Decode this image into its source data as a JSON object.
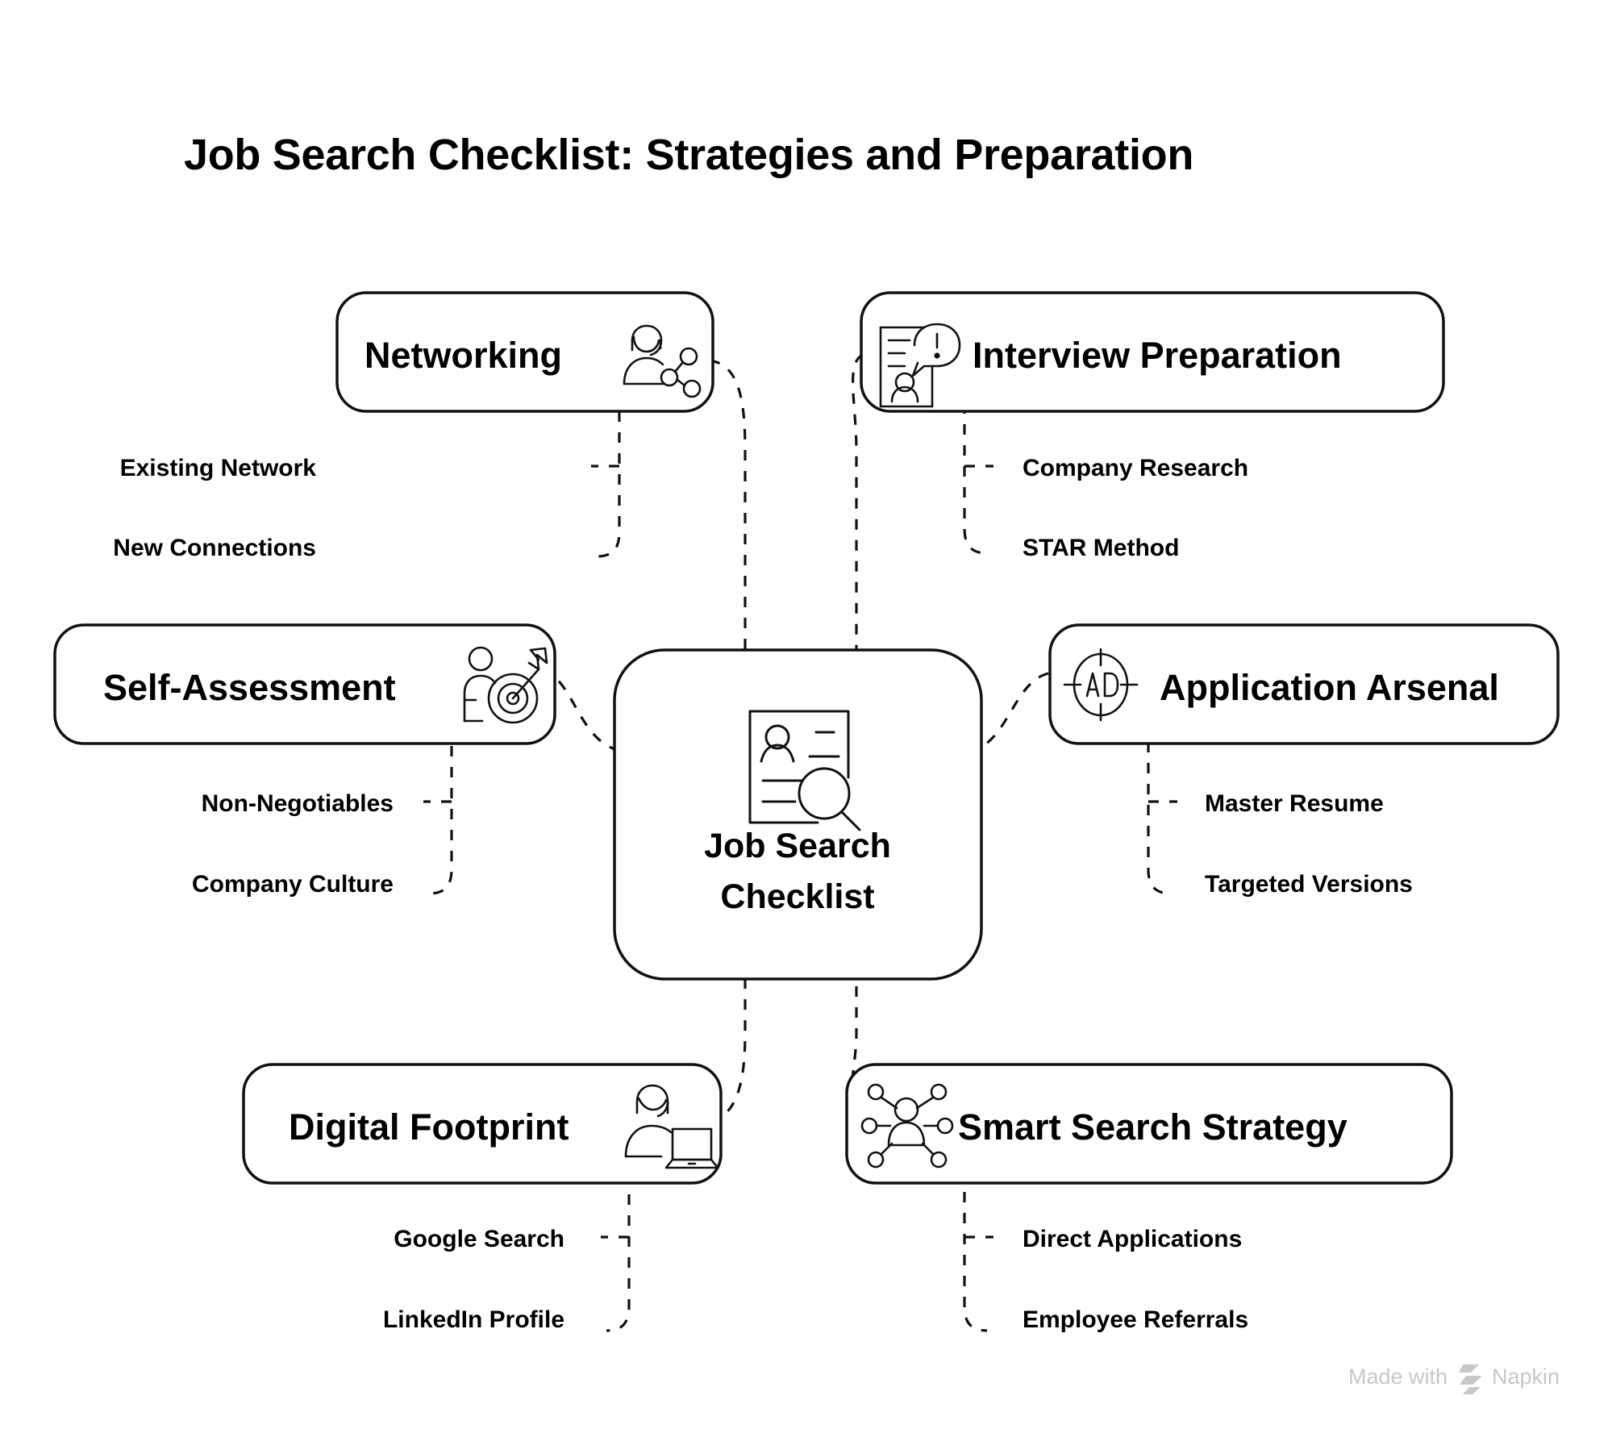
{
  "diagram": {
    "title": "Job Search Checklist: Strategies and Preparation",
    "background_color": "#ffffff",
    "line_color": "#111111",
    "center": {
      "label_line1": "Job Search",
      "label_line2": "Checklist",
      "icon": "resume-search-icon"
    },
    "branches": [
      {
        "id": "networking",
        "label": "Networking",
        "icon": "person-network-icon",
        "icon_side": "right",
        "items": [
          "Existing Network",
          "New Connections"
        ]
      },
      {
        "id": "interview-preparation",
        "label": "Interview Preparation",
        "icon": "interview-speech-bubble-icon",
        "icon_side": "left",
        "items": [
          "Company Research",
          "STAR Method"
        ]
      },
      {
        "id": "self-assessment",
        "label": "Self-Assessment",
        "icon": "person-target-icon",
        "icon_side": "right",
        "items": [
          "Non-Negotiables",
          "Company Culture"
        ]
      },
      {
        "id": "application-arsenal",
        "label": "Application Arsenal",
        "icon": "ad-crosshair-icon",
        "icon_side": "left",
        "items": [
          "Master Resume",
          "Targeted Versions"
        ]
      },
      {
        "id": "digital-footprint",
        "label": "Digital Footprint",
        "icon": "person-laptop-icon",
        "icon_side": "right",
        "items": [
          "Google Search",
          "LinkedIn Profile"
        ]
      },
      {
        "id": "smart-search-strategy",
        "label": "Smart Search Strategy",
        "icon": "network-hub-icon",
        "icon_side": "left",
        "items": [
          "Direct Applications",
          "Employee Referrals"
        ]
      }
    ],
    "watermark": {
      "text_before": "Made with",
      "brand": "Napkin",
      "logo": "napkin-bars-logo",
      "color": "#c8c8c8"
    }
  }
}
